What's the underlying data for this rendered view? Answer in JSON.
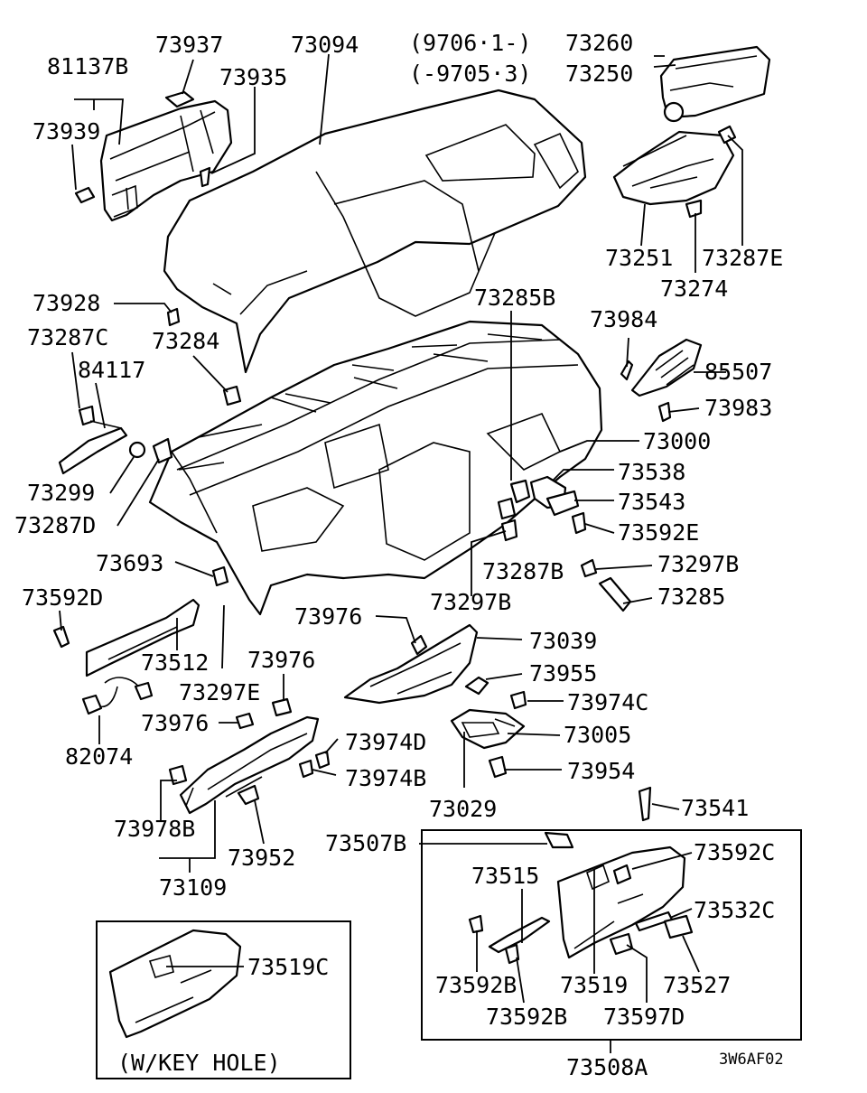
{
  "diagram": {
    "date_range": {
      "from": "(9706·1-)",
      "to": "(-9705·3)"
    },
    "drawing_code": "3W6AF02",
    "key_hole_note": "(W/KEY HOLE)",
    "part_labels": {
      "p81137B": "81137B",
      "p73937": "73937",
      "p73094": "73094",
      "p73260": "73260",
      "p73250": "73250",
      "p73935": "73935",
      "p73939": "73939",
      "p73251": "73251",
      "p73287E": "73287E",
      "p73274": "73274",
      "p73928": "73928",
      "p73285B": "73285B",
      "p73984": "73984",
      "p73287C": "73287C",
      "p73284": "73284",
      "p84117": "84117",
      "p85507": "85507",
      "p73983": "73983",
      "p73000": "73000",
      "p73538": "73538",
      "p73299": "73299",
      "p73543": "73543",
      "p73287D": "73287D",
      "p73592E": "73592E",
      "p73287B": "73287B",
      "p73693": "73693",
      "p73297B_a": "73297B",
      "p73592D": "73592D",
      "p73297B_b": "73297B",
      "p73285": "73285",
      "p73976_a": "73976",
      "p73039": "73039",
      "p73512": "73512",
      "p73976_b": "73976",
      "p73955": "73955",
      "p73297E": "73297E",
      "p73974C": "73974C",
      "p73976_c": "73976",
      "p73005": "73005",
      "p73974D": "73974D",
      "p82074": "82074",
      "p73954": "73954",
      "p73974B": "73974B",
      "p73029": "73029",
      "p73541": "73541",
      "p73978B": "73978B",
      "p73507B": "73507B",
      "p73592C": "73592C",
      "p73952": "73952",
      "p73515": "73515",
      "p73109": "73109",
      "p73532C": "73532C",
      "p73519C": "73519C",
      "p73592B_a": "73592B",
      "p73519": "73519",
      "p73527": "73527",
      "p73592B_b": "73592B",
      "p73597D": "73597D",
      "p73508A": "73508A"
    }
  }
}
